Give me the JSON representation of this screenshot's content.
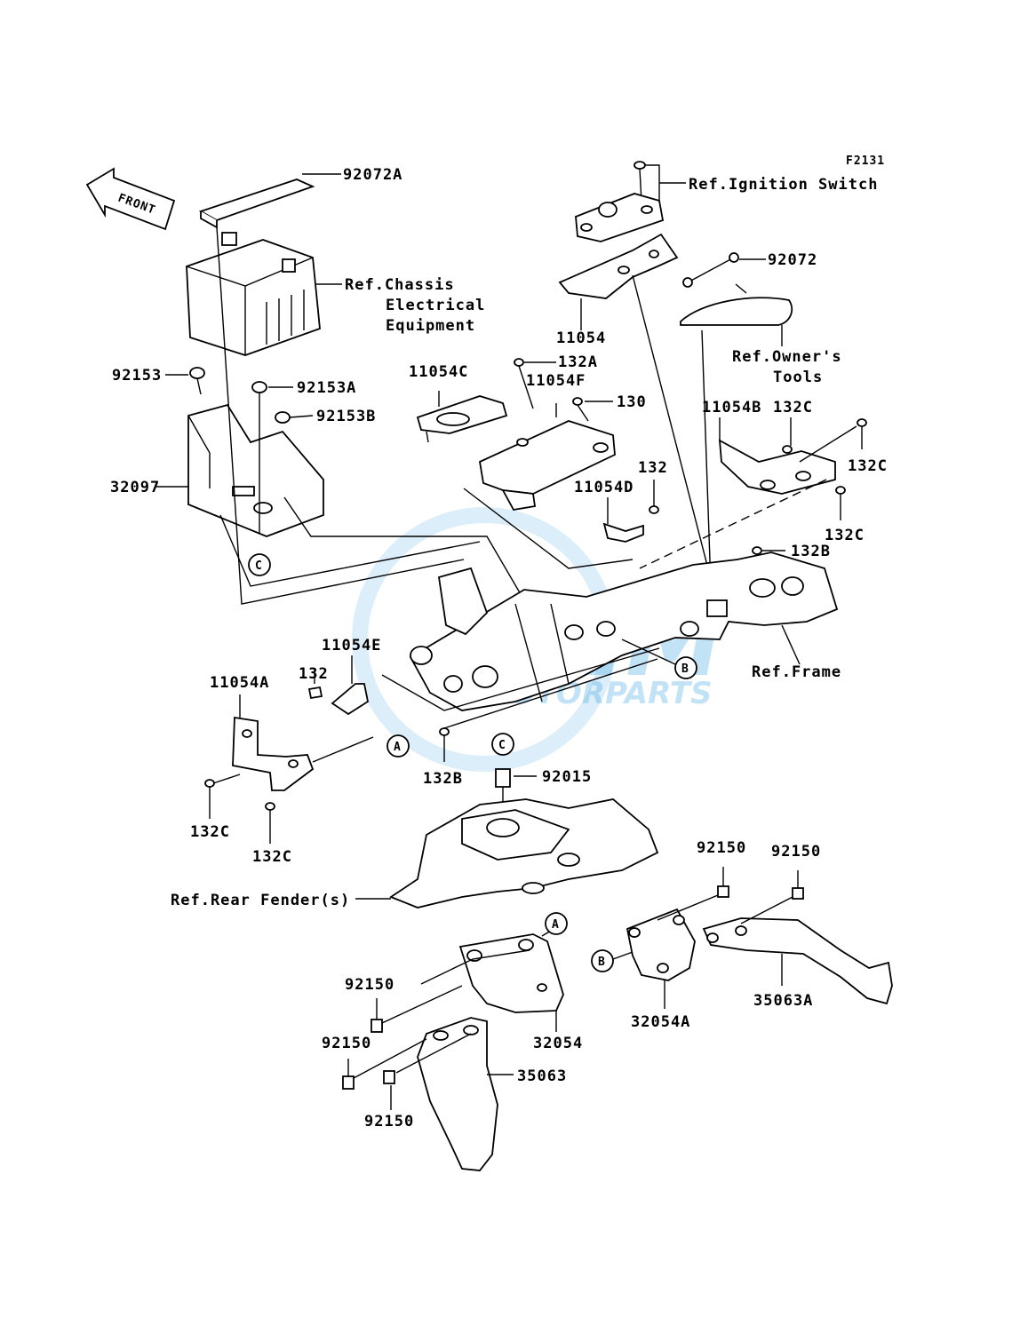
{
  "figure_code": "F2131",
  "front_label": "FRONT",
  "watermark": {
    "brand": "BEM",
    "sub": "MOTORPARTS",
    "color": "#3aa0e0"
  },
  "labels": {
    "l92072A": "92072A",
    "refIgnition": "Ref.Ignition Switch",
    "l92072": "92072",
    "refChassis1": "Ref.Chassis",
    "refChassis2": "Electrical",
    "refChassis3": "Equipment",
    "l11054": "11054",
    "refOwners1": "Ref.Owner's",
    "refOwners2": "Tools",
    "l92153": "92153",
    "l92153A": "92153A",
    "l92153B": "92153B",
    "l11054C": "11054C",
    "l132A": "132A",
    "l11054F": "11054F",
    "l130": "130",
    "l11054B": "11054B",
    "l132C_a": "132C",
    "l132C_b": "132C",
    "l132C_c": "132C",
    "l32097": "32097",
    "l132_a": "132",
    "l11054D": "11054D",
    "l132B_a": "132B",
    "refFrame": "Ref.Frame",
    "l11054E": "11054E",
    "l11054A": "11054A",
    "l132_b": "132",
    "l132B_b": "132B",
    "l92015": "92015",
    "l132C_d": "132C",
    "l132C_e": "132C",
    "refRearFender": "Ref.Rear Fender(s)",
    "l92150_a": "92150",
    "l92150_b": "92150",
    "l92150_c": "92150",
    "l92150_d": "92150",
    "l92150_e": "92150",
    "l32054": "32054",
    "l32054A": "32054A",
    "l35063": "35063",
    "l35063A": "35063A",
    "circA": "A",
    "circB": "B",
    "circC": "C"
  }
}
